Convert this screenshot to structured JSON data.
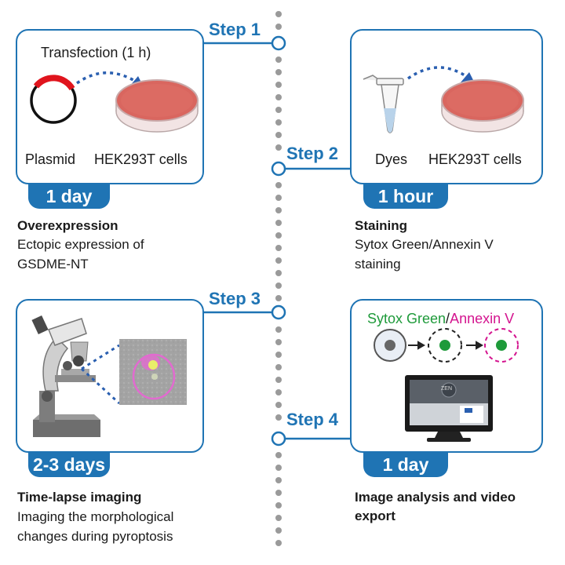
{
  "steps": [
    {
      "label": "Step 1",
      "duration": "1 day",
      "title": "Overexpression",
      "desc": [
        "Ectopic expression of",
        "GSDME-NT"
      ]
    },
    {
      "label": "Step 2",
      "duration": "1 hour",
      "title": "Staining",
      "desc": [
        "Sytox Green/Annexin V",
        "staining"
      ]
    },
    {
      "label": "Step 3",
      "duration": "2-3 days",
      "title": "Time-lapse imaging",
      "desc": [
        "Imaging the morphological",
        "changes during pyroptosis"
      ]
    },
    {
      "label": "Step 4",
      "duration": "1 day",
      "title": "Image analysis and video",
      "title2": "export",
      "desc": []
    }
  ],
  "panel1": {
    "top_label": "Transfection (1 h)",
    "left_label": "Plasmid",
    "right_label": "HEK293T cells"
  },
  "panel2": {
    "left_label": "Dyes",
    "right_label": "HEK293T cells"
  },
  "panel4": {
    "legend_a": "Sytox Green",
    "legend_sep": "/",
    "legend_b": "Annexin V",
    "logo_text": "ZEN"
  },
  "colors": {
    "primary": "#1f74b4",
    "green": "#1e9a3a",
    "magenta": "#d4148f",
    "dish": "#d9665f"
  },
  "icons": [
    "plasmid-icon",
    "petri-dish-icon",
    "tube-icon",
    "microscope-icon",
    "cell-icon",
    "monitor-icon",
    "arrow-icon"
  ]
}
